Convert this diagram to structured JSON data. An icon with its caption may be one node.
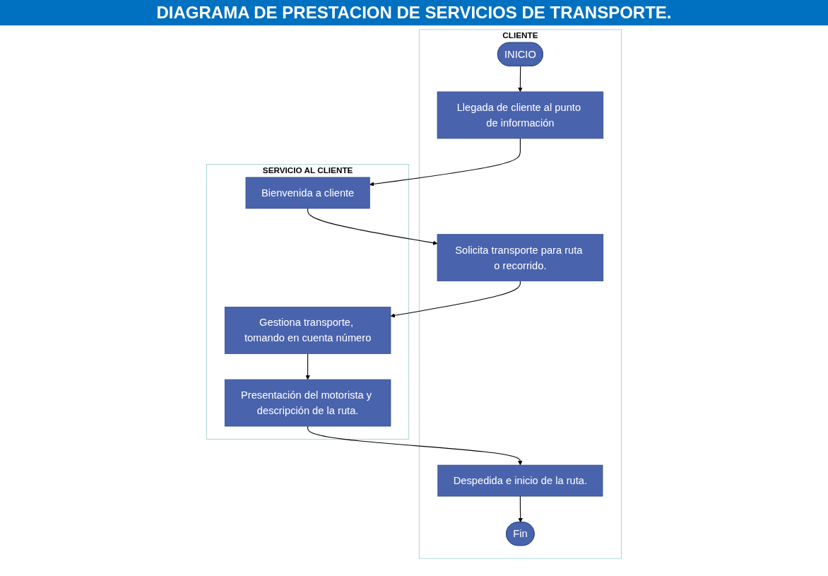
{
  "diagram": {
    "title": "DIAGRAMA DE PRESTACION DE SERVICIOS DE TRANSPORTE.",
    "nodes": [
      {
        "text": [
          "CLIENTE"
        ]
      },
      {
        "text": [
          "SERVICIO AL CLIENTE"
        ]
      },
      {
        "text": [
          "INICIO"
        ],
        "in": 0
      },
      {
        "text": [
          "Llegada de cliente al punto de información"
        ],
        "in": 0
      },
      {
        "text": [
          "Bienvenida a cliente"
        ],
        "in": 1
      },
      {
        "text": [
          "Solicita transporte para ruta o recorrido."
        ],
        "in": 0
      },
      {
        "text": [
          "Gestiona transporte, tomando en cuenta número"
        ],
        "in": 1
      },
      {
        "text": [
          "Presentación del motorista y descripción de la ruta."
        ],
        "in": 1
      },
      {
        "text": [
          "Despedida e inicio de la ruta."
        ],
        "in": 0
      },
      {
        "text": [
          "Fin"
        ],
        "in": 0
      }
    ],
    "edges": [
      {
        "from": 2,
        "to": 3,
        "arrow": "to"
      },
      {
        "from": 3,
        "to": 4,
        "arrow": "to"
      },
      {
        "from": 4,
        "to": 5,
        "arrow": "to"
      },
      {
        "from": 5,
        "to": 6,
        "arrow": "to"
      },
      {
        "from": 6,
        "to": 7,
        "arrow": "to"
      },
      {
        "from": 7,
        "to": 8,
        "arrow": "to"
      },
      {
        "from": 8,
        "to": 9,
        "arrow": "to"
      }
    ]
  }
}
